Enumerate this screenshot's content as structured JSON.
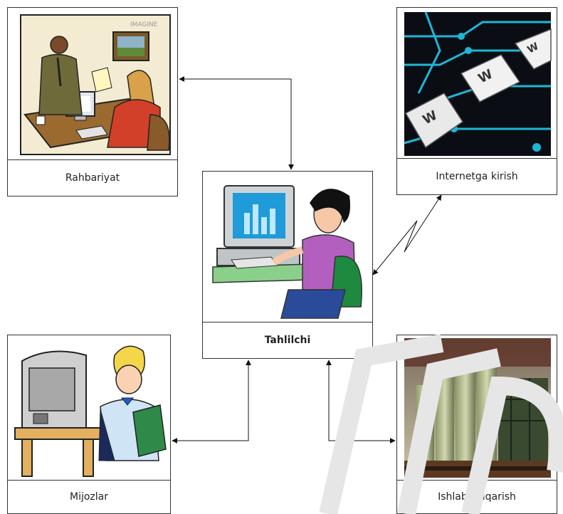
{
  "nodes": {
    "rahbariyat": {
      "label": "Rahbariyat",
      "picture": "management-meeting-illustration"
    },
    "internet": {
      "label": "Internetga kirish",
      "picture": "keyboard-keys-photo"
    },
    "tahlilchi": {
      "label": "Tahlilchi",
      "picture": "analyst-at-computer-illustration"
    },
    "mijozlar": {
      "label": "Mijozlar",
      "picture": "customer-with-computer-illustration"
    },
    "ishlab": {
      "label": "Ishlab chiqarish",
      "picture": "factory-photo"
    }
  },
  "image_text": {
    "keyboard_keys": [
      "W",
      "W",
      "W"
    ],
    "poster_watermark": "IMAGINE"
  },
  "connections": [
    {
      "from": "tahlilchi",
      "to": "rahbariyat",
      "style": "bidirectional-arrow"
    },
    {
      "from": "tahlilchi",
      "to": "internet",
      "style": "lightning-bidirectional"
    },
    {
      "from": "tahlilchi",
      "to": "mijozlar",
      "style": "bidirectional-arrow"
    },
    {
      "from": "tahlilchi",
      "to": "ishlab",
      "style": "bidirectional-arrow"
    }
  ],
  "colors": {
    "border": "#333333",
    "arrow": "#111111"
  }
}
